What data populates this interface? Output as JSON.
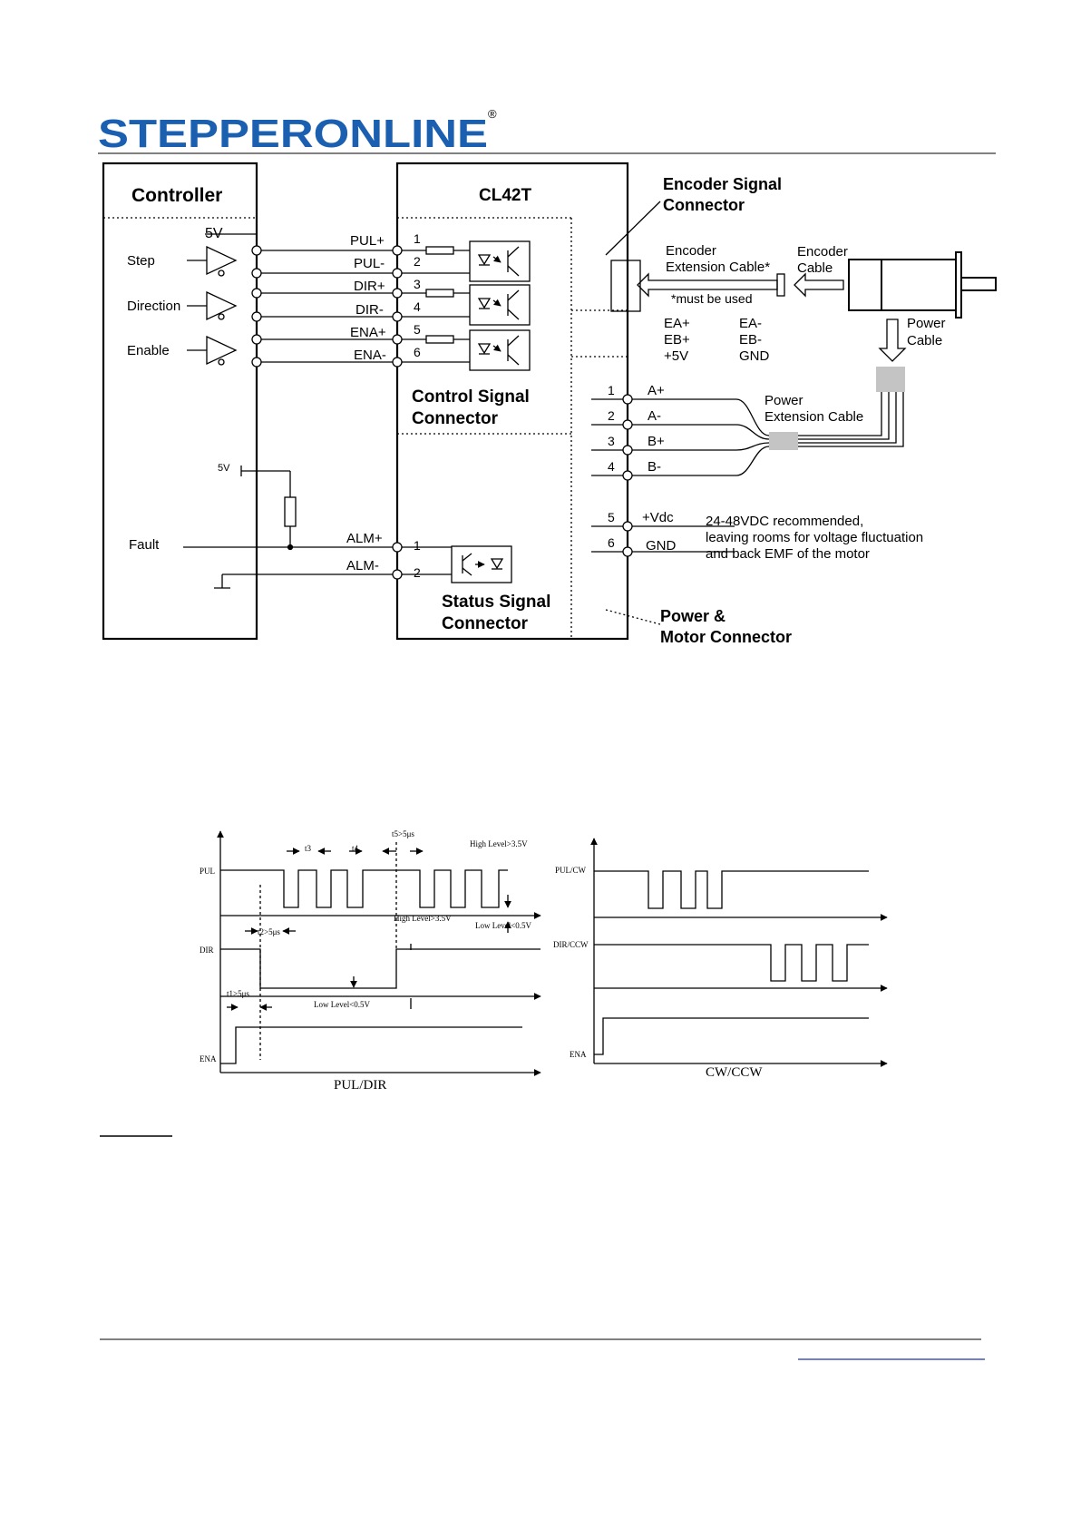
{
  "brand": {
    "logo_text": "STEPPERONLINE",
    "registered_mark": "®",
    "brand_color": "#1b5fb0"
  },
  "wiring": {
    "controller_title": "Controller",
    "driver_title": "CL42T",
    "controller": {
      "supply_5v": "5V",
      "step": "Step",
      "direction": "Direction",
      "enable": "Enable",
      "pullup_5v": "5V",
      "fault": "Fault"
    },
    "control_pins": [
      {
        "label": "PUL+",
        "num": "1"
      },
      {
        "label": "PUL-",
        "num": "2"
      },
      {
        "label": "DIR+",
        "num": "3"
      },
      {
        "label": "DIR-",
        "num": "4"
      },
      {
        "label": "ENA+",
        "num": "5"
      },
      {
        "label": "ENA-",
        "num": "6"
      }
    ],
    "control_connector_label": [
      "Control Signal",
      "Connector"
    ],
    "status_pins": [
      {
        "label": "ALM+",
        "num": "1"
      },
      {
        "label": "ALM-",
        "num": "2"
      }
    ],
    "status_connector_label": [
      "Status Signal",
      "Connector"
    ],
    "encoder_connector_label": [
      "Encoder Signal",
      "Connector"
    ],
    "encoder_extension_cable": [
      "Encoder",
      "Extension Cable*"
    ],
    "encoder_cable": [
      "Encoder",
      "Cable"
    ],
    "must_be_used": "*must be used",
    "encoder_signals_left": [
      "EA+",
      "EB+",
      "+5V"
    ],
    "encoder_signals_right": [
      "EA-",
      "EB-",
      "GND"
    ],
    "power_cable": [
      "Power",
      "Cable"
    ],
    "power_extension_cable": [
      "Power",
      "Extension Cable"
    ],
    "power_pins": [
      {
        "num": "1",
        "label": "A+"
      },
      {
        "num": "2",
        "label": "A-"
      },
      {
        "num": "3",
        "label": "B+"
      },
      {
        "num": "4",
        "label": "B-"
      },
      {
        "num": "5",
        "label": "+Vdc"
      },
      {
        "num": "6",
        "label": "GND"
      }
    ],
    "voltage_note": [
      "24-48VDC recommended,",
      "leaving rooms for voltage fluctuation",
      "and back EMF of the motor"
    ],
    "power_motor_label": [
      "Power &",
      "Motor Connector"
    ]
  },
  "timing_pul_dir": {
    "caption": "PUL/DIR",
    "signals": [
      "PUL",
      "DIR",
      "ENA"
    ],
    "high_level": "High Level>3.5V",
    "low_level": "Low Level<0.5V",
    "high_level_2": "High Level>3.5V",
    "low_level_2": "Low Level<0.5V",
    "t1": "t1>5μs",
    "t2": "t2>5μs",
    "t3": "t3",
    "t4": "t4",
    "t5": "t5>5μs"
  },
  "timing_cw_ccw": {
    "caption": "CW/CCW",
    "signals": [
      "PUL/CW",
      "DIR/CCW",
      "ENA"
    ]
  }
}
